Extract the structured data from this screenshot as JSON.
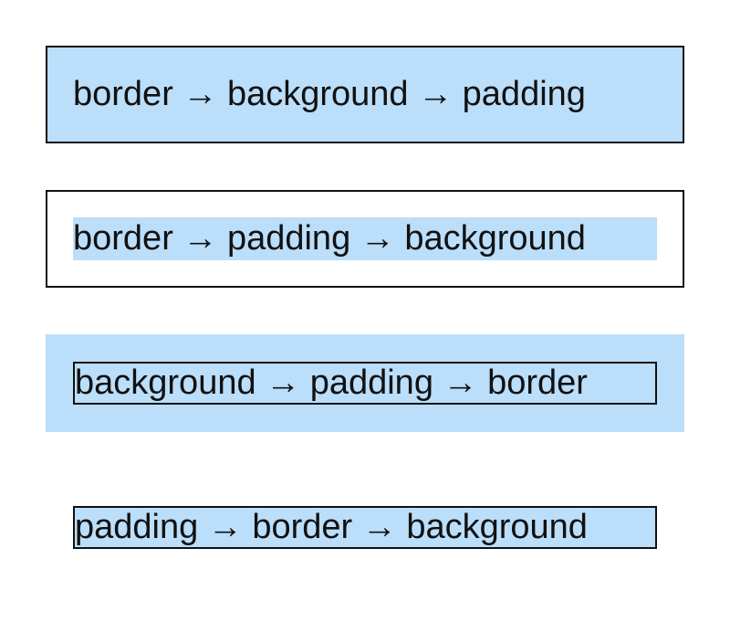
{
  "colors": {
    "fill": "#bbdefa",
    "border": "#111111"
  },
  "panels": [
    {
      "text": "border → background → padding"
    },
    {
      "text": "border → padding → background"
    },
    {
      "text": "background → padding → border"
    },
    {
      "text": "padding → border → background"
    }
  ]
}
